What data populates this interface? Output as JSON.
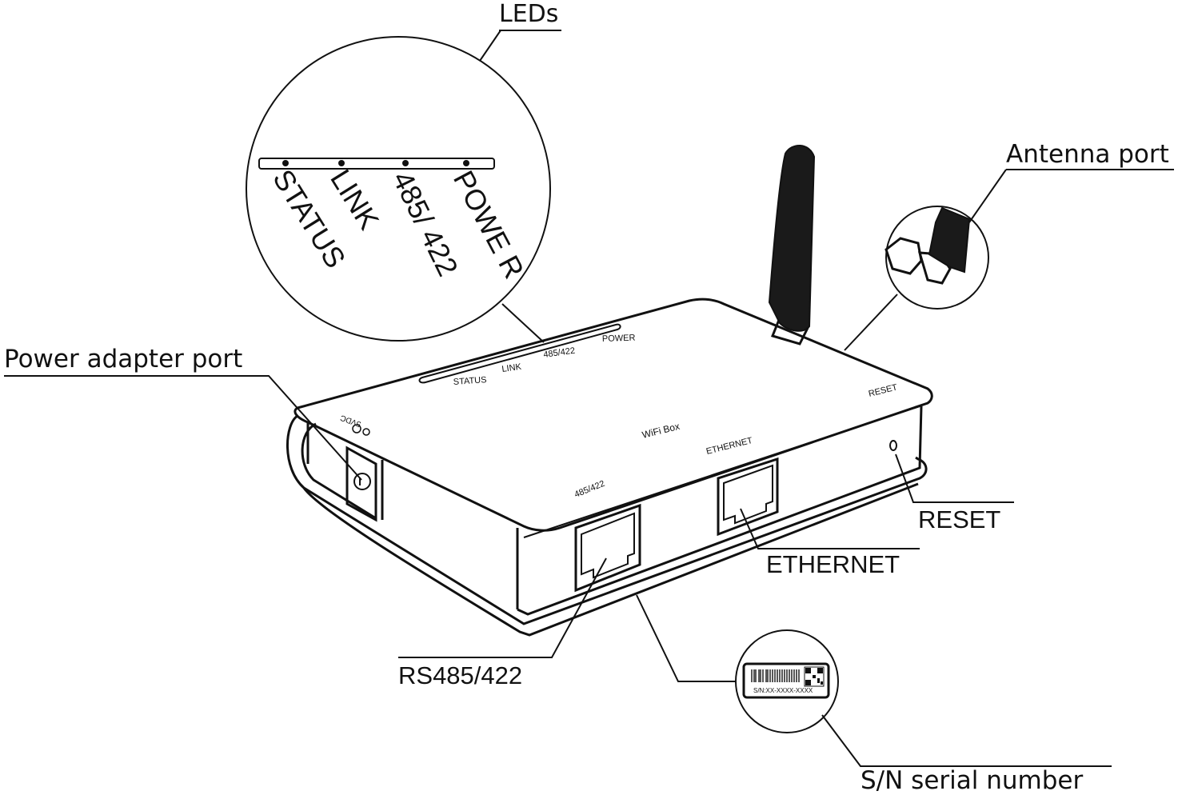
{
  "callouts": {
    "leds": "LEDs",
    "antenna_port": "Antenna port",
    "power_adapter_port": "Power adapter port",
    "reset": "RESET",
    "ethernet": "ETHERNET",
    "rs485_422": "RS485/422",
    "sn_serial_number": "S/N serial number"
  },
  "led_zoom": {
    "labels": [
      "STATUS",
      "LINK",
      "485/ 422",
      "POWE R"
    ]
  },
  "device": {
    "name": "WiFi Box",
    "led_labels": [
      "POWER",
      "485/422",
      "LINK",
      "STATUS"
    ],
    "reset_label": "RESET",
    "ethernet_label": "ETHERNET",
    "rs485_label": "485/422",
    "dc_label": "5VDC"
  },
  "serial_label": {
    "text": "S/N:XX-XXXX-XXXX"
  }
}
